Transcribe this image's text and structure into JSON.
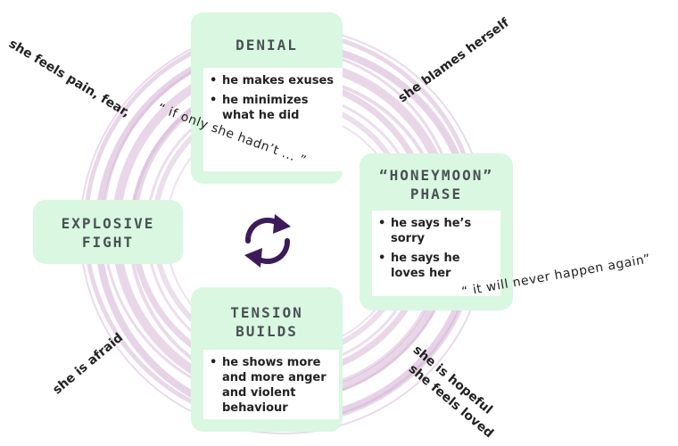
{
  "colors": {
    "box": "#d9f7e1",
    "ring": "#cfa9cf",
    "icon": "#3d1b5a",
    "title": "#4a5155"
  },
  "boxes": {
    "denial": {
      "title": "DENIAL",
      "items": [
        "he makes exuses",
        "he minimizes what he did"
      ]
    },
    "honeymoon": {
      "title_line1": "“HONEYMOON”",
      "title_line2": "PHASE",
      "items": [
        "he says he’s sorry",
        "he says he loves her"
      ]
    },
    "tension": {
      "title_line1": "TENSION",
      "title_line2": "BUILDS",
      "items": [
        "he shows more and more anger and violent behaviour"
      ]
    },
    "explosive": {
      "title_line1": "EXPLOSIVE",
      "title_line2": "FIGHT"
    }
  },
  "labels": {
    "pain_fear": "she feels pain, fear,",
    "blames": "she blames herself",
    "afraid": "she is afraid",
    "hopeful": "she is hopeful",
    "loved": "she feels loved"
  },
  "quotes": {
    "if_only": "“ if only she hadn’t ... ”",
    "never_again": "“ it will never happen again”"
  },
  "center_icon": "cycle-arrows-icon"
}
